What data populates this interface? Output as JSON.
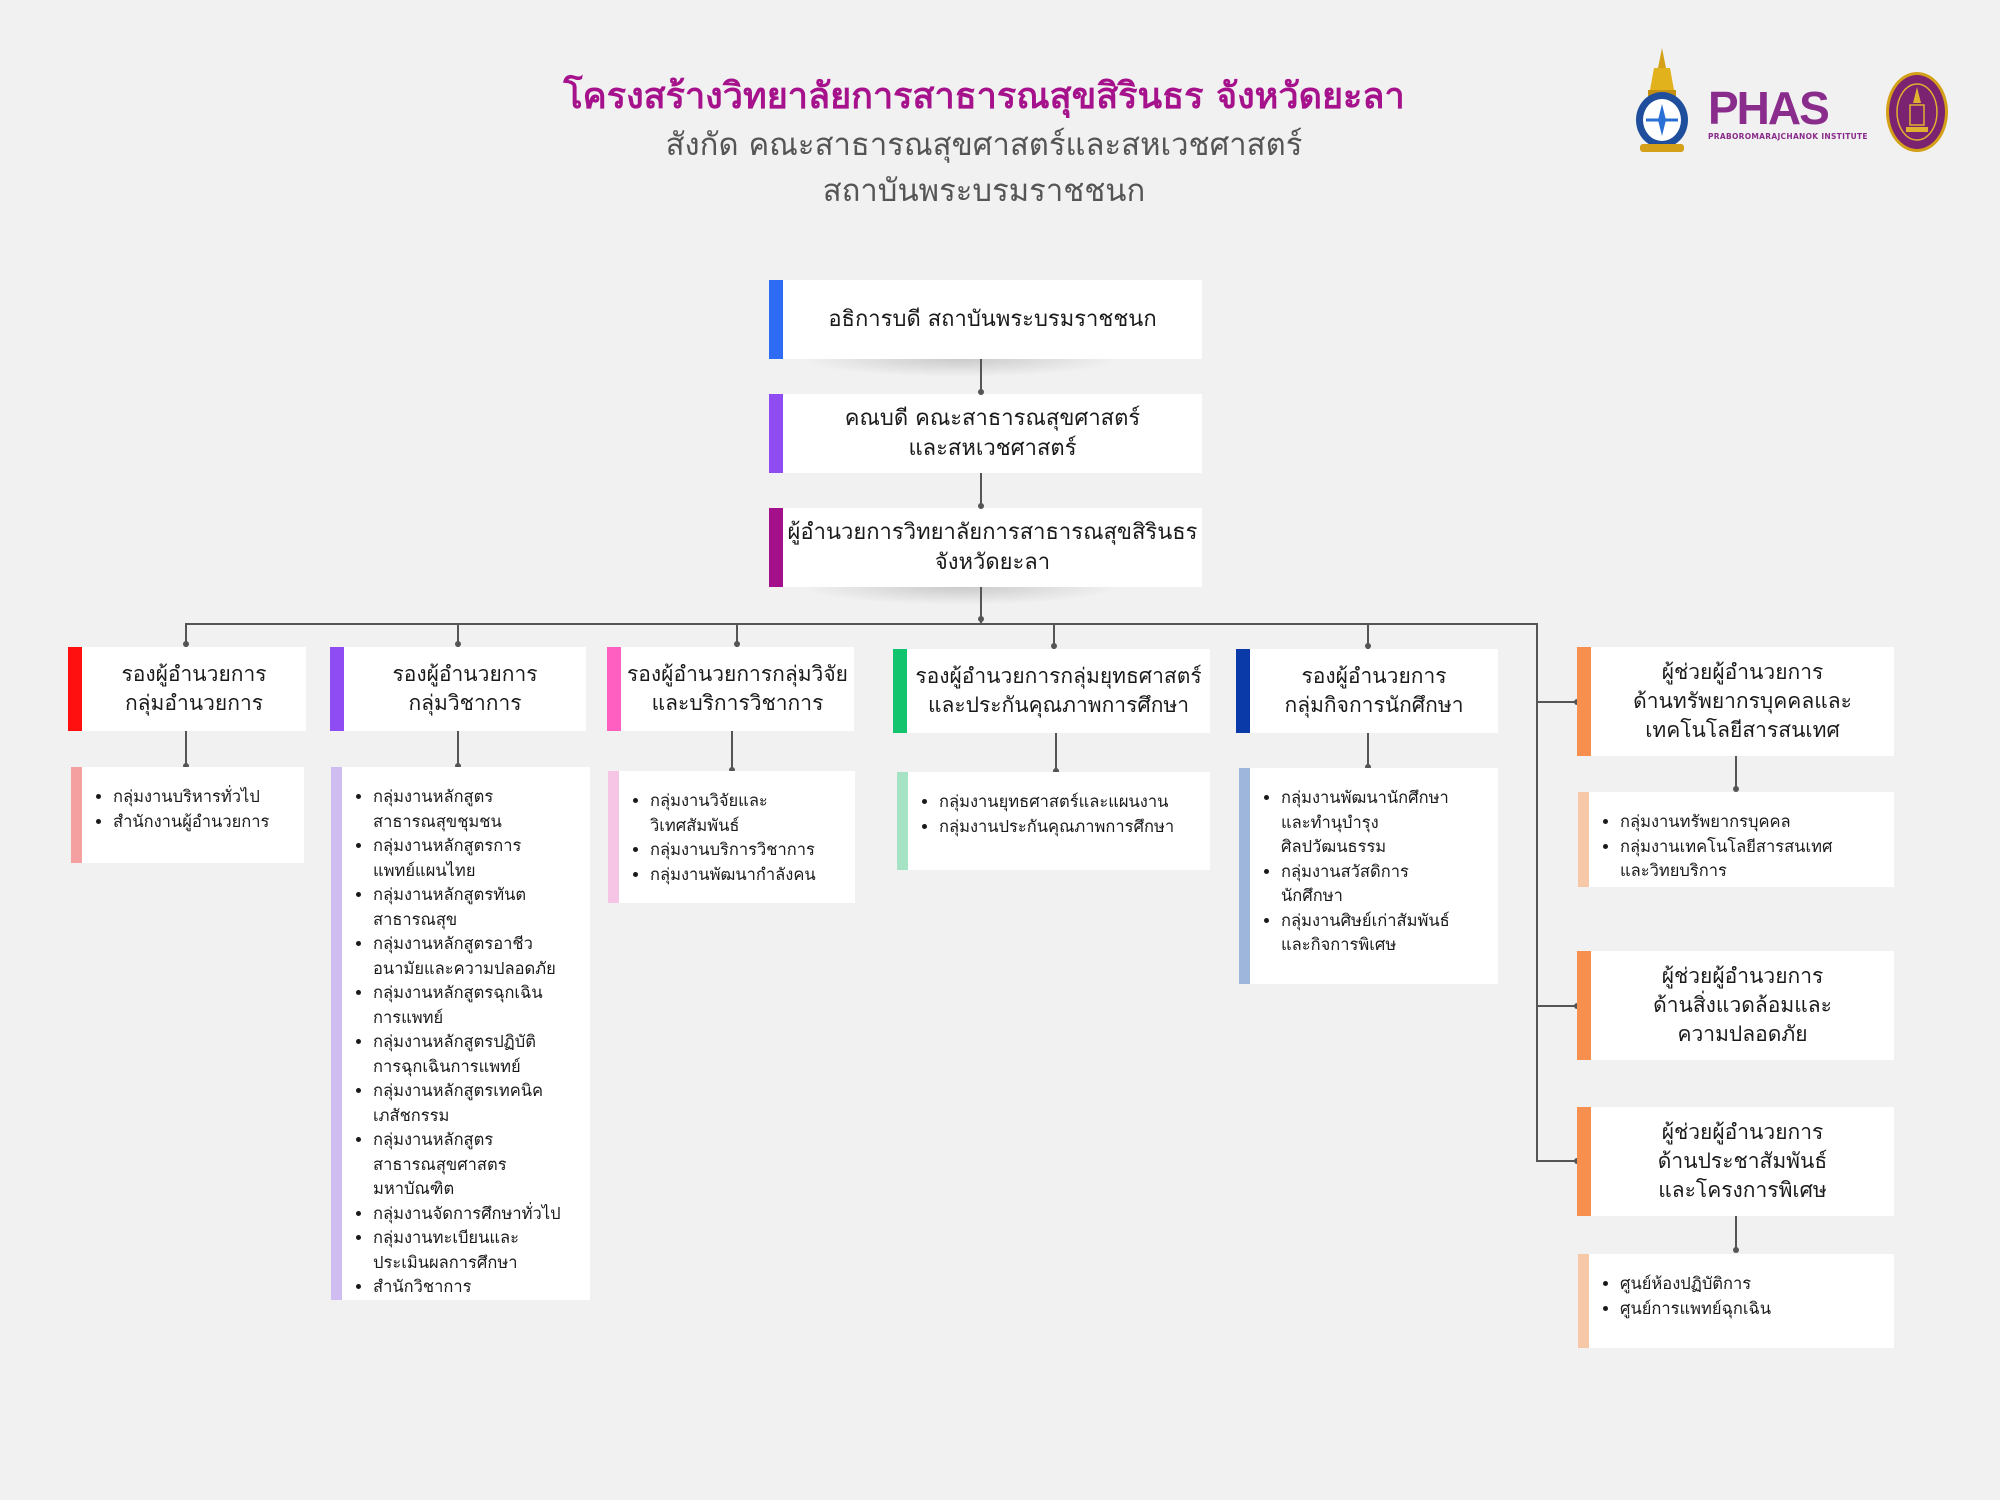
{
  "header": {
    "title": "โครงสร้างวิทยาลัยการสาธารณสุขสิรินธร จังหวัดยะลา",
    "subtitle_1": "สังกัด คณะสาธารณสุขศาสตร์และสหเวชศาสตร์",
    "subtitle_2": "สถาบันพระบรมราชชนก"
  },
  "logos": {
    "brand": "PHAS",
    "brand_sub": "PRABOROMARAJCHANOK INSTITUTE"
  },
  "top": [
    {
      "text": "อธิการบดี สถาบันพระบรมราชชนก",
      "color": "#2f6cf5"
    },
    {
      "text": "คณบดี คณะสาธารณสุขศาสตร์\nและสหเวชศาสตร์",
      "color": "#8f4cf2"
    },
    {
      "text": "ผู้อำนวยการวิทยาลัยการสาธารณสุขสิรินธร\nจังหวัดยะลา",
      "color": "#a4108c"
    }
  ],
  "departments": [
    {
      "title": "รองผู้อำนวยการ\nกลุ่มอำนวยการ",
      "color": "#ff1010",
      "list_color": "#f4a0a0",
      "items": [
        "กลุ่มงานบริหารทั่วไป",
        "สำนักงานผู้อำนวยการ"
      ]
    },
    {
      "title": "รองผู้อำนวยการ\nกลุ่มวิชาการ",
      "color": "#8f4cf2",
      "list_color": "#cfbdf2",
      "items": [
        "กลุ่มงานหลักสูตร\nสาธารณสุขชุมชน",
        "กลุ่มงานหลักสูตรการ\nแพทย์แผนไทย",
        "กลุ่มงานหลักสูตรทันต\nสาธารณสุข",
        "กลุ่มงานหลักสูตรอาชีว\nอนามัยและความปลอดภัย",
        "กลุ่มงานหลักสูตรฉุกเฉิน\nการแพทย์",
        "กลุ่มงานหลักสูตรปฏิบัติ\nการฉุกเฉินการแพทย์",
        "กลุ่มงานหลักสูตรเทคนิค\nเภสัชกรรม",
        "กลุ่มงานหลักสูตร\nสาธารณสุขศาสตร\nมหาบัณฑิต",
        "กลุ่มงานจัดการศึกษาทั่วไป",
        "กลุ่มงานทะเบียนและ\nประเมินผลการศึกษา",
        "สำนักวิชาการ"
      ]
    },
    {
      "title": "รองผู้อำนวยการกลุ่มวิจัย\nและบริการวิชาการ",
      "color": "#ff5fc0",
      "list_color": "#f6c4e4",
      "items": [
        "กลุ่มงานวิจัยและ\nวิเทศสัมพันธ์",
        "กลุ่มงานบริการวิชาการ",
        "กลุ่มงานพัฒนากำลังคน"
      ]
    },
    {
      "title": "รองผู้อำนวยการกลุ่มยุทธศาสตร์\nและประกันคุณภาพการศึกษา",
      "color": "#12c46e",
      "list_color": "#a6e2c4",
      "items": [
        "กลุ่มงานยุทธศาสตร์และแผนงาน",
        "กลุ่มงานประกันคุณภาพการศึกษา"
      ]
    },
    {
      "title": "รองผู้อำนวยการ\nกลุ่มกิจการนักศึกษา",
      "color": "#0a3aa8",
      "list_color": "#9fb6dc",
      "items": [
        "กลุ่มงานพัฒนานักศึกษา\nและทำนุบำรุง\nศิลปวัฒนธรรม",
        "กลุ่มงานสวัสดิการ\nนักศึกษา",
        "กลุ่มงานศิษย์เก่าสัมพันธ์\nและกิจการพิเศษ"
      ]
    }
  ],
  "assistants": [
    {
      "title": "ผู้ช่วยผู้อำนวยการ\nด้านทรัพยากรบุคคลและ\nเทคโนโลยีสารสนเทศ",
      "color": "#f7904f",
      "list_color": "#f6c8a8",
      "items": [
        "กลุ่มงานทรัพยากรบุคคล",
        "กลุ่มงานเทคโนโลยีสารสนเทศ\nและวิทยบริการ"
      ]
    },
    {
      "title": "ผู้ช่วยผู้อำนวยการ\nด้านสิ่งแวดล้อมและ\nความปลอดภัย",
      "color": "#f7904f",
      "items": []
    },
    {
      "title": "ผู้ช่วยผู้อำนวยการ\nด้านประชาสัมพันธ์\nและโครงการพิเศษ",
      "color": "#f7904f",
      "list_color": "#f6c8a8",
      "items": [
        "ศูนย์ห้องปฏิบัติการ",
        "ศูนย์การแพทย์ฉุกเฉิน"
      ]
    }
  ]
}
